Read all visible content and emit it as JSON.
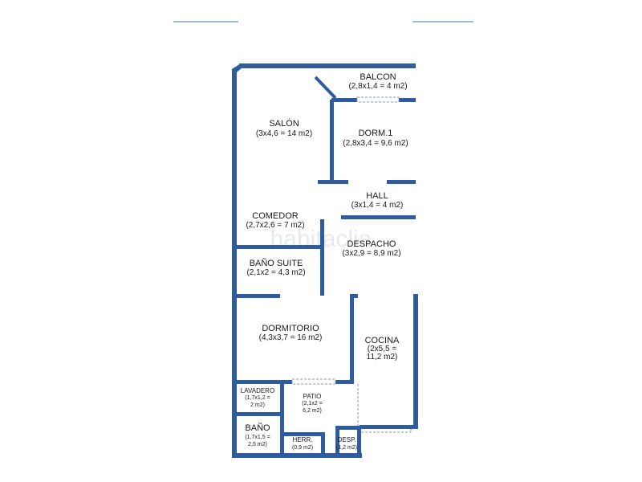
{
  "plan": {
    "accent_color": "#2f5c9e",
    "watermark": "habitaclia",
    "rooms": {
      "balcon": {
        "name": "BALCON",
        "area": "(2,8x1,4 = 4 m2)"
      },
      "salon": {
        "name": "SALÓN",
        "area": "(3x4,6 = 14 m2)"
      },
      "dorm1": {
        "name": "DORM.1",
        "area": "(2,8x3,4 = 9,6 m2)"
      },
      "hall": {
        "name": "HALL",
        "area": "(3x1,4 = 4 m2)"
      },
      "comedor": {
        "name": "COMEDOR",
        "area": "(2,7x2,6 = 7 m2)"
      },
      "despacho": {
        "name": "DESPACHO",
        "area": "(3x2,9 = 8,9 m2)"
      },
      "bano_suite": {
        "name": "BAÑO SUITE",
        "area": "(2,1x2 = 4,3 m2)"
      },
      "dormitorio": {
        "name": "DORMITORIO",
        "area": "(4,3x3,7 = 16 m2)"
      },
      "cocina": {
        "name": "COCINA",
        "area_line1": "(2x5,5 =",
        "area_line2": "11,2 m2)"
      },
      "lavadero": {
        "name": "LAVADERO",
        "area_line1": "(1,7x1,2 =",
        "area_line2": "2 m2)"
      },
      "patio": {
        "name": "PATIO",
        "area_line1": "(2,1x2 =",
        "area_line2": "6,2 m2)"
      },
      "bano": {
        "name": "BAÑO",
        "area_line1": "(1,7x1,5 =",
        "area_line2": "2,5 m2)"
      },
      "herr": {
        "name": "HERR.",
        "area": "(0,9 m2)"
      },
      "desp": {
        "name": "DESP.",
        "area": "(1,2 m2)"
      }
    }
  }
}
